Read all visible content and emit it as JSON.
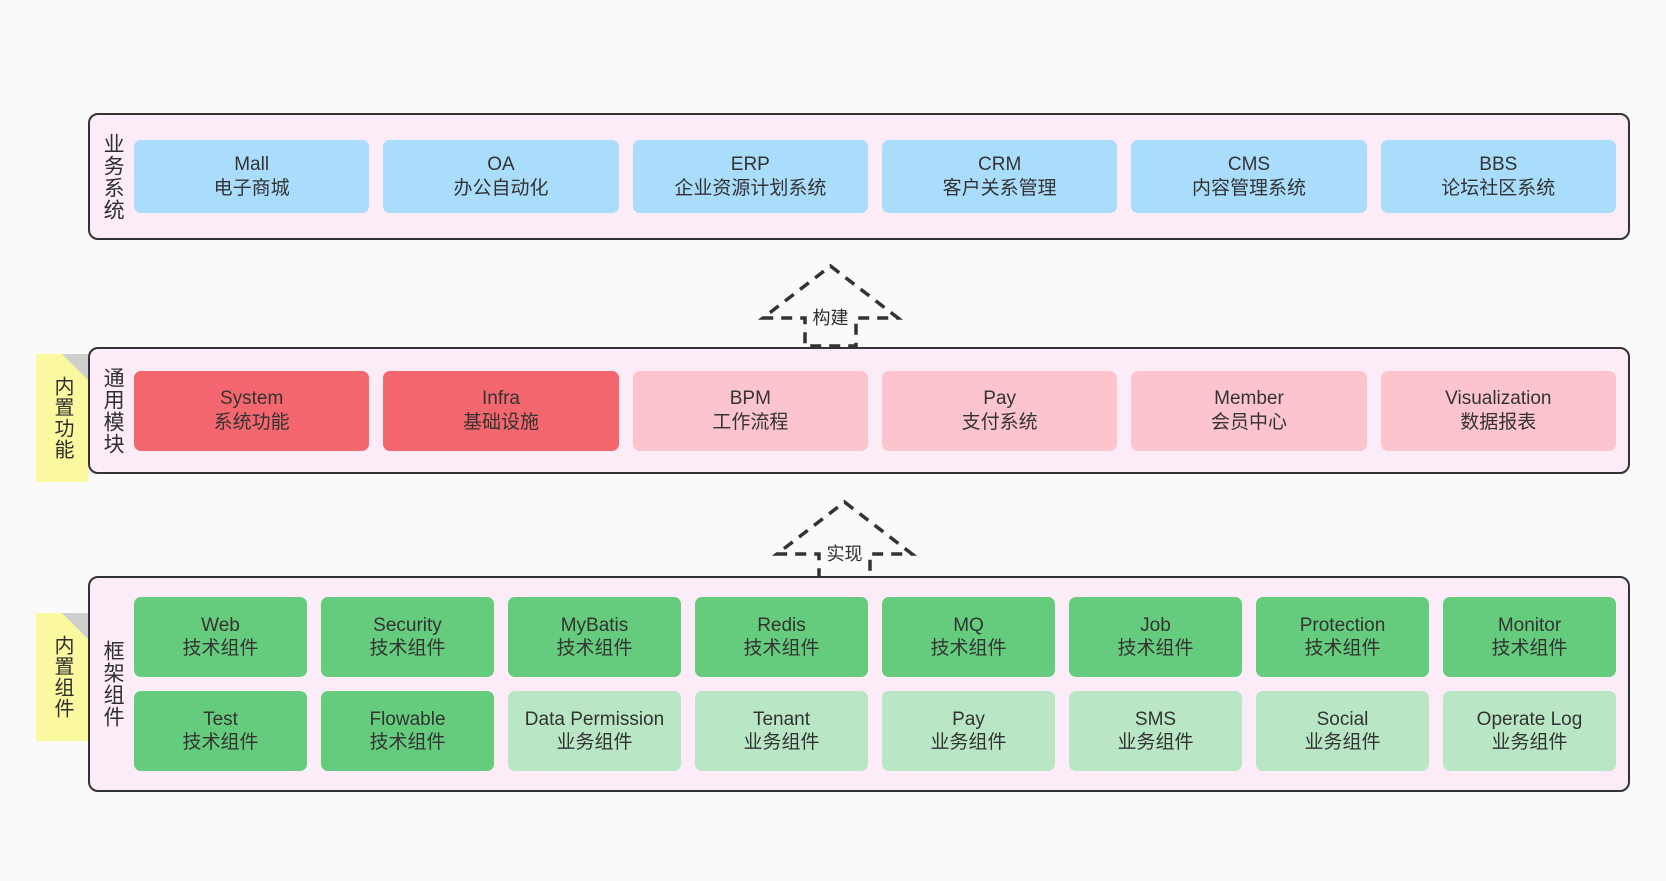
{
  "layers": [
    {
      "id": "business-system",
      "label": "业务系统",
      "rows": [
        {
          "style": "c-blue",
          "cards": [
            {
              "l1": "Mall",
              "l2": "电子商城"
            },
            {
              "l1": "OA",
              "l2": "办公自动化"
            },
            {
              "l1": "ERP",
              "l2": "企业资源计划系统"
            },
            {
              "l1": "CRM",
              "l2": "客户关系管理"
            },
            {
              "l1": "CMS",
              "l2": "内容管理系统"
            },
            {
              "l1": "BBS",
              "l2": "论坛社区系统"
            }
          ]
        }
      ]
    },
    {
      "id": "common-module",
      "label": "通用模块",
      "note": "内置功能",
      "rows": [
        {
          "cards": [
            {
              "l1": "System",
              "l2": "系统功能",
              "style": "c-red"
            },
            {
              "l1": "Infra",
              "l2": "基础设施",
              "style": "c-red"
            },
            {
              "l1": "BPM",
              "l2": "工作流程",
              "style": "c-pink"
            },
            {
              "l1": "Pay",
              "l2": "支付系统",
              "style": "c-pink"
            },
            {
              "l1": "Member",
              "l2": "会员中心",
              "style": "c-pink"
            },
            {
              "l1": "Visualization",
              "l2": "数据报表",
              "style": "c-pink"
            }
          ]
        }
      ]
    },
    {
      "id": "framework-component",
      "label": "框架组件",
      "note": "内置组件",
      "rows": [
        {
          "style": "c-green",
          "cards": [
            {
              "l1": "Web",
              "l2": "技术组件"
            },
            {
              "l1": "Security",
              "l2": "技术组件"
            },
            {
              "l1": "MyBatis",
              "l2": "技术组件"
            },
            {
              "l1": "Redis",
              "l2": "技术组件"
            },
            {
              "l1": "MQ",
              "l2": "技术组件"
            },
            {
              "l1": "Job",
              "l2": "技术组件"
            },
            {
              "l1": "Protection",
              "l2": "技术组件"
            },
            {
              "l1": "Monitor",
              "l2": "技术组件"
            }
          ]
        },
        {
          "cards": [
            {
              "l1": "Test",
              "l2": "技术组件",
              "style": "c-green"
            },
            {
              "l1": "Flowable",
              "l2": "技术组件",
              "style": "c-green"
            },
            {
              "l1": "Data Permission",
              "l2": "业务组件",
              "style": "c-green-light",
              "wrap": true
            },
            {
              "l1": "Tenant",
              "l2": "业务组件",
              "style": "c-green-light"
            },
            {
              "l1": "Pay",
              "l2": "业务组件",
              "style": "c-green-light"
            },
            {
              "l1": "SMS",
              "l2": "业务组件",
              "style": "c-green-light"
            },
            {
              "l1": "Social",
              "l2": "业务组件",
              "style": "c-green-light"
            },
            {
              "l1": "Operate Log",
              "l2": "业务组件",
              "style": "c-green-light"
            }
          ]
        }
      ]
    }
  ],
  "arrows": [
    {
      "id": "build-arrow",
      "label": "构建"
    },
    {
      "id": "implement-arrow",
      "label": "实现"
    }
  ],
  "colors": {
    "canvas": "#fafafa",
    "band_bg": "#fbecf7",
    "band_border": "#333333",
    "note_bg": "#fbf9a0",
    "blue": "#aadcfb",
    "red": "#f4676f",
    "pink": "#fcc5cd",
    "green": "#65cc7d",
    "green_light": "#b9e6c4"
  }
}
